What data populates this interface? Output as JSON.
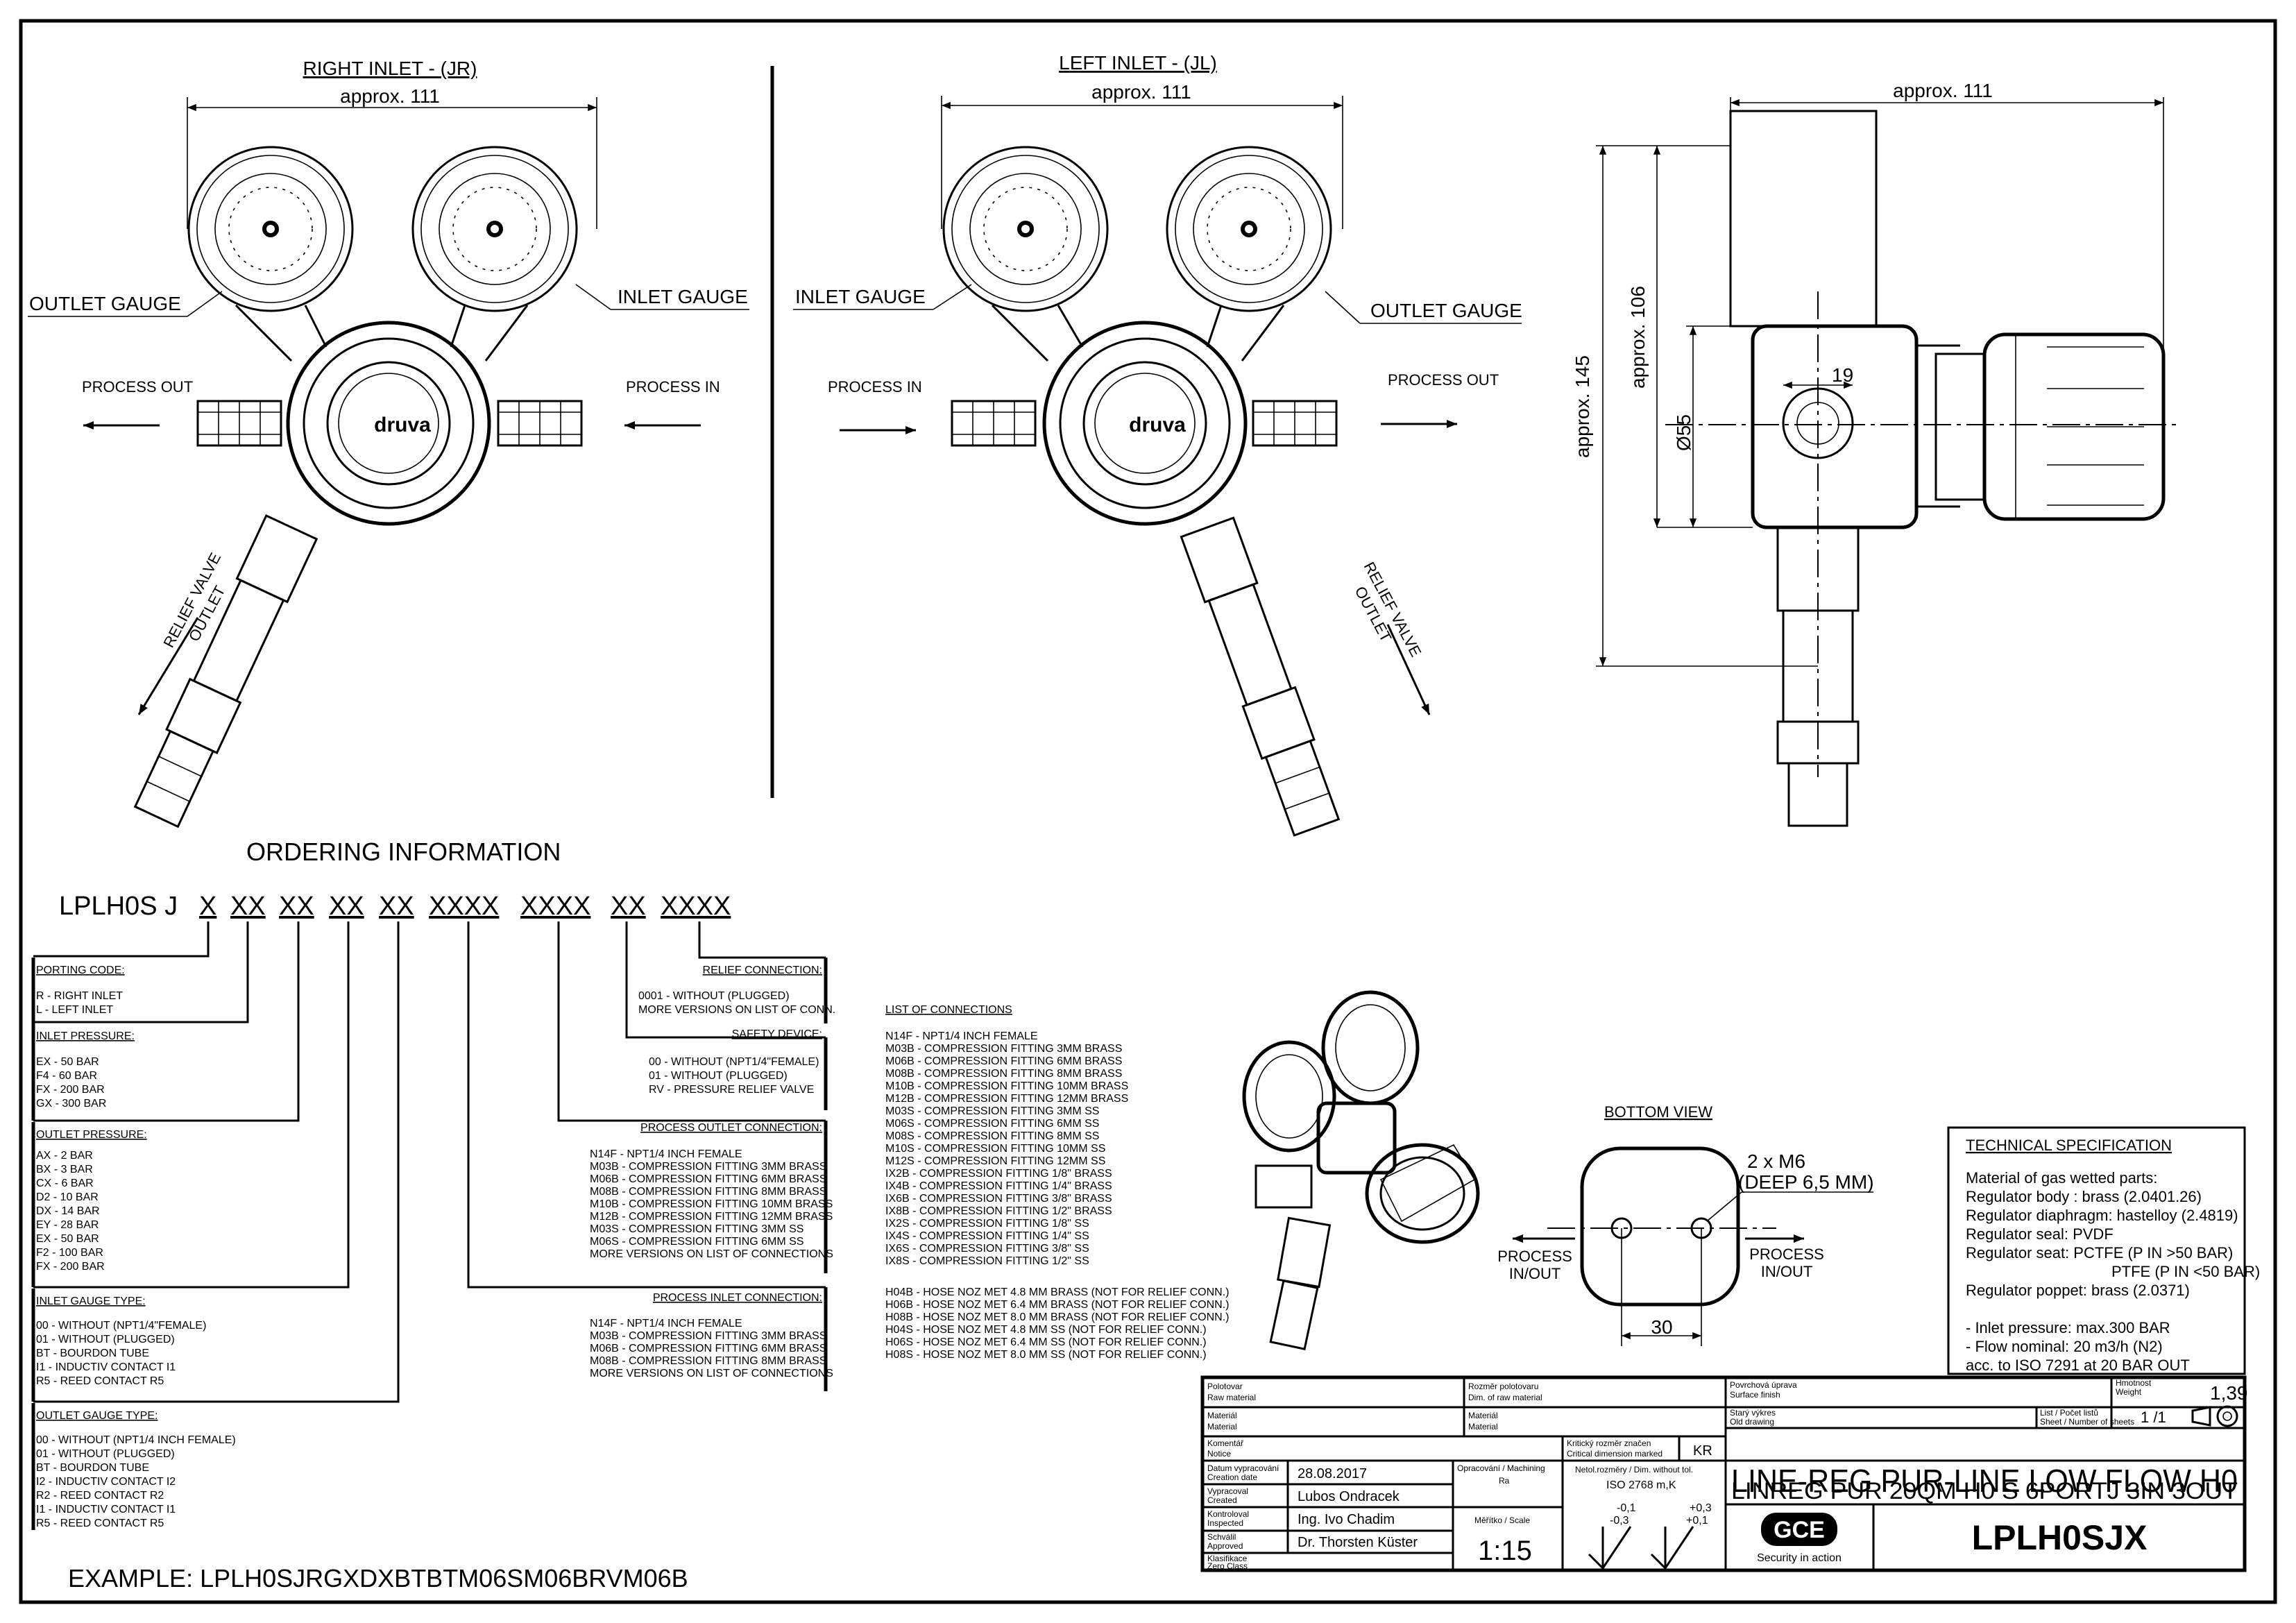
{
  "views": {
    "right_inlet": {
      "title": "RIGHT INLET - (JR)",
      "dim": "approx. 111",
      "outlet_gauge": "OUTLET GAUGE",
      "inlet_gauge": "INLET GAUGE",
      "process_out": "PROCESS OUT",
      "process_in": "PROCESS IN",
      "relief_1": "RELIEF VALVE",
      "relief_2": "OUTLET"
    },
    "left_inlet": {
      "title": "LEFT INLET - (JL)",
      "dim": "approx. 111",
      "inlet_gauge": "INLET GAUGE",
      "outlet_gauge": "OUTLET GAUGE",
      "process_in": "PROCESS IN",
      "process_out": "PROCESS OUT",
      "relief_1": "RELIEF VALVE",
      "relief_2": "OUTLET"
    },
    "side": {
      "dim_top": "approx. 111",
      "dim_145": "approx. 145",
      "dim_106": "approx. 106",
      "dim_55": "Ø55",
      "dim_19": "19"
    },
    "bottom": {
      "title": "BOTTOM VIEW",
      "thread_1": "2 x M6",
      "thread_2": "(DEEP 6,5 MM)",
      "left_1": "PROCESS",
      "left_2": "IN/OUT",
      "right_1": "PROCESS",
      "right_2": "IN/OUT",
      "dim_30": "30"
    },
    "brand": "druva"
  },
  "ordering": {
    "title": "ORDERING INFORMATION",
    "code_parts": [
      "LPLH0S J",
      "X",
      "XX",
      "XX",
      "XX",
      "XX",
      "XXXX",
      "XXXX",
      "XX",
      "XXXX"
    ],
    "example": "EXAMPLE:  LPLH0SJRGXDXBTBTM06SM06BRVM06B"
  },
  "code_boxes": {
    "porting": {
      "heading": "PORTING CODE:",
      "lines": [
        "R - RIGHT INLET",
        "L - LEFT INLET"
      ]
    },
    "inlet_pressure": {
      "heading": "INLET PRESSURE:",
      "lines": [
        "EX - 50 BAR",
        "F4 - 60 BAR",
        "FX - 200 BAR",
        "GX - 300 BAR"
      ]
    },
    "outlet_pressure": {
      "heading": "OUTLET PRESSURE:",
      "lines": [
        "AX - 2 BAR",
        "BX - 3 BAR",
        "CX - 6 BAR",
        "D2 - 10 BAR",
        "DX - 14 BAR",
        "EY - 28 BAR",
        "EX - 50 BAR",
        "F2 - 100 BAR",
        "FX - 200 BAR"
      ]
    },
    "inlet_gauge": {
      "heading": "INLET GAUGE TYPE:",
      "lines": [
        "00 - WITHOUT (NPT1/4\"FEMALE)",
        "01 - WITHOUT (PLUGGED)",
        "BT - BOURDON TUBE",
        "I1  - INDUCTIV CONTACT I1",
        "R5 - REED CONTACT R5"
      ]
    },
    "outlet_gauge": {
      "heading": "OUTLET GAUGE TYPE:",
      "lines": [
        "00 - WITHOUT (NPT1/4 INCH FEMALE)",
        "01 - WITHOUT (PLUGGED)",
        "BT - BOURDON TUBE",
        "I2  - INDUCTIV CONTACT I2",
        "R2 - REED CONTACT R2",
        "I1  - INDUCTIV CONTACT I1",
        "R5 - REED CONTACT R5"
      ]
    },
    "relief": {
      "heading": "RELIEF CONNECTION:",
      "lines": [
        "0001 - WITHOUT (PLUGGED)",
        "MORE VERSIONS ON LIST OF CONN."
      ]
    },
    "safety": {
      "heading": "SAFETY DEVICE:",
      "lines": [
        "00 - WITHOUT (NPT1/4\"FEMALE)",
        "01 - WITHOUT (PLUGGED)",
        "RV - PRESSURE RELIEF VALVE"
      ]
    },
    "process_outlet": {
      "heading": "PROCESS OUTLET CONNECTION:",
      "lines": [
        "N14F - NPT1/4 INCH FEMALE",
        "M03B - COMPRESSION FITTING 3MM BRASS",
        "M06B - COMPRESSION FITTING 6MM BRASS",
        "M08B - COMPRESSION FITTING 8MM BRASS",
        "M10B - COMPRESSION FITTING 10MM BRASS",
        "M12B - COMPRESSION FITTING 12MM BRASS",
        "M03S - COMPRESSION FITTING 3MM SS",
        "M06S - COMPRESSION FITTING 6MM SS",
        "MORE VERSIONS ON LIST OF CONNECTIONS"
      ]
    },
    "process_inlet": {
      "heading": "PROCESS INLET CONNECTION:",
      "lines": [
        "N14F - NPT1/4 INCH FEMALE",
        "M03B - COMPRESSION FITTING 3MM BRASS",
        "M06B - COMPRESSION FITTING 6MM BRASS",
        "M08B - COMPRESSION FITTING 8MM BRASS",
        "MORE VERSIONS ON LIST OF CONNECTIONS"
      ]
    }
  },
  "connections": {
    "heading": "LIST OF CONNECTIONS",
    "lines": [
      "N14F - NPT1/4 INCH FEMALE",
      "M03B - COMPRESSION FITTING 3MM BRASS",
      "M06B - COMPRESSION FITTING 6MM BRASS",
      "M08B - COMPRESSION FITTING 8MM BRASS",
      "M10B - COMPRESSION FITTING 10MM BRASS",
      "M12B - COMPRESSION FITTING 12MM BRASS",
      "M03S - COMPRESSION FITTING 3MM SS",
      "M06S - COMPRESSION FITTING 6MM SS",
      "M08S - COMPRESSION FITTING 8MM SS",
      "M10S - COMPRESSION FITTING 10MM SS",
      "M12S - COMPRESSION FITTING 12MM SS",
      "IX2B - COMPRESSION FITTING 1/8\" BRASS",
      "IX4B - COMPRESSION FITTING 1/4\" BRASS",
      "IX6B - COMPRESSION FITTING 3/8\" BRASS",
      "IX8B - COMPRESSION FITTING 1/2\" BRASS",
      "IX2S - COMPRESSION FITTING 1/8\" SS",
      "IX4S - COMPRESSION FITTING 1/4\" SS",
      "IX6S - COMPRESSION FITTING 3/8\" SS",
      "IX8S - COMPRESSION FITTING 1/2\" SS",
      "H04B - HOSE NOZ MET 4.8 MM BRASS (NOT FOR RELIEF CONN.)",
      "H06B - HOSE NOZ MET 6.4 MM BRASS (NOT FOR RELIEF CONN.)",
      "H08B - HOSE NOZ MET 8.0 MM BRASS (NOT FOR RELIEF CONN.)",
      "H04S - HOSE NOZ MET 4.8 MM SS (NOT FOR RELIEF CONN.)",
      "H06S - HOSE NOZ MET 6.4 MM SS (NOT FOR RELIEF CONN.)",
      "H08S - HOSE NOZ MET 8.0 MM SS (NOT FOR RELIEF CONN.)"
    ]
  },
  "tech": {
    "heading": "TECHNICAL SPECIFICATION",
    "lines": [
      "Material of gas wetted parts:",
      "Regulator body : brass (2.0401.26)",
      "Regulator diaphragm: hastelloy (2.4819)",
      "Regulator seal: PVDF",
      "Regulator seat: PCTFE (P IN >50 BAR)",
      "PTFE (P IN <50 BAR)",
      "Regulator poppet: brass (2.0371)",
      "",
      "- Inlet pressure: max.300 BAR",
      "- Flow nominal: 20 m3/h (N2)",
      "  acc. to ISO 7291 at 20 BAR OUT"
    ]
  },
  "title_block": {
    "polotovar": "Polotovar",
    "raw_material": "Raw material",
    "rozmer": "Rozměr polotovaru",
    "dim_raw": "Dim. of raw material",
    "material_cz": "Materiál",
    "material_en": "Material",
    "material2_cz": "Materiál",
    "material2_en": "Material",
    "povrch": "Povrchová úprava",
    "surface": "Surface finish",
    "hmotnost": "Hmotnost",
    "weight": "Weight",
    "weight_val": "1,39",
    "stary": "Starý výkres",
    "old_drawing": "Old drawing",
    "list": "List / Počet listů",
    "sheet": "Sheet / Number of sheets",
    "sheet_val": "1 /1",
    "komentar": "Komentář",
    "notice": "Notice",
    "kriticky": "Kritický rozměr značen",
    "critical": "Critical dimension marked",
    "kr": "KR",
    "datum": "Datum vypracování",
    "creation": "Creation date",
    "date_val": "28.08.2017",
    "vypracoval": "Vypracoval",
    "created": "Created",
    "created_val": "Lubos Ondracek",
    "kontroloval": "Kontroloval",
    "inspected": "Inspected",
    "inspected_val": "Ing. Ivo Chadim",
    "schvalil": "Schválil",
    "approved": "Approved",
    "approved_val": "Dr. Thorsten Küster",
    "klasif": "Klasifikace",
    "zero": "Zero Class",
    "opracovani": "Opracování / Machining",
    "ra": "Ra",
    "netol": "Netol.rozměry / Dim. without tol.",
    "iso": "ISO 2768 m,K",
    "meritko": "Měřítko / Scale",
    "scale_val": "1:15",
    "tol_a1": "-0,1",
    "tol_a2": "-0,3",
    "tol_b1": "+0,3",
    "tol_b2": "+0,1",
    "title1": "LINE-REG PUR-LINE LOW FLOW H0",
    "title2": "LINREG PUR 20QM H0 S 6PORTJ 3IN 3OUT",
    "logo": "GCE",
    "tagline": "Security in action",
    "partno": "LPLH0SJX"
  }
}
